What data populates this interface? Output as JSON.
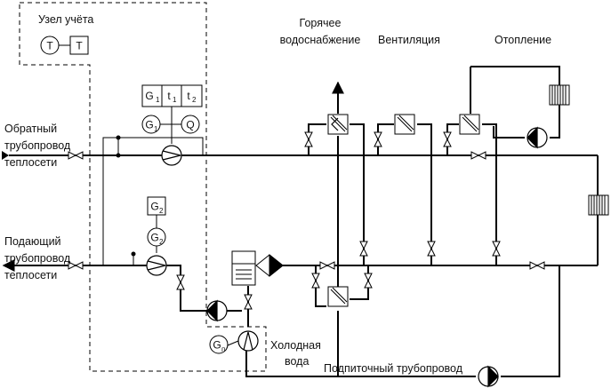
{
  "labels": {
    "meter_unit": "Узел учёта",
    "hot_water_1": "Горячее",
    "hot_water_2": "водоснабжение",
    "ventilation": "Вентиляция",
    "heating": "Отопление",
    "return_line_1": "Обратный",
    "return_line_2": "трубопровод",
    "return_line_3": "теплосети",
    "supply_line_1": "Подающий",
    "supply_line_2": "трубопровод",
    "supply_line_3": "теплосети",
    "cold_water_1": "Холодная",
    "cold_water_2": "вода",
    "makeup_line": "Подпиточный трубопровод"
  },
  "instruments": {
    "t": "T",
    "g": "G",
    "tt": "t",
    "q": "Q",
    "sub_1": "1",
    "sub_2": "2",
    "sub_p": "п"
  }
}
